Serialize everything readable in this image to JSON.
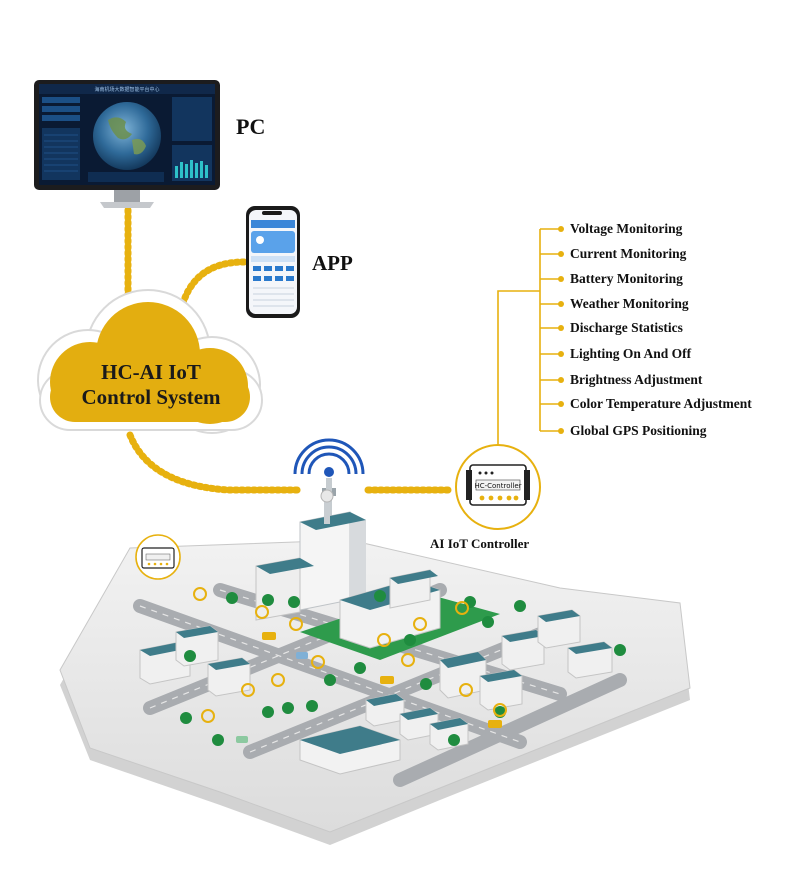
{
  "labels": {
    "pc": "PC",
    "app": "APP",
    "cloud_line1": "HC-AI IoT",
    "cloud_line2": "Control System",
    "controller": "AI IoT Controller",
    "controller_device_text": "HC-Controller",
    "monitor_title": "海南机场大数据智能平台中心"
  },
  "features": [
    "Voltage Monitoring",
    "Current Monitoring",
    "Battery Monitoring",
    "Weather Monitoring",
    "Discharge Statistics",
    "Lighting On And Off",
    "Brightness Adjustment",
    "Color Temperature Adjustment",
    "Global GPS Positioning"
  ],
  "colors": {
    "accent_gold": "#E7B10F",
    "cloud_fill": "#E3AE10",
    "building_roof": "#3F7C8A",
    "grass": "#2E9B4C"
  },
  "icons": [
    "monitor-icon",
    "smartphone-icon",
    "cloud-icon",
    "antenna-tower-icon",
    "controller-device-icon",
    "city-map-icon"
  ]
}
